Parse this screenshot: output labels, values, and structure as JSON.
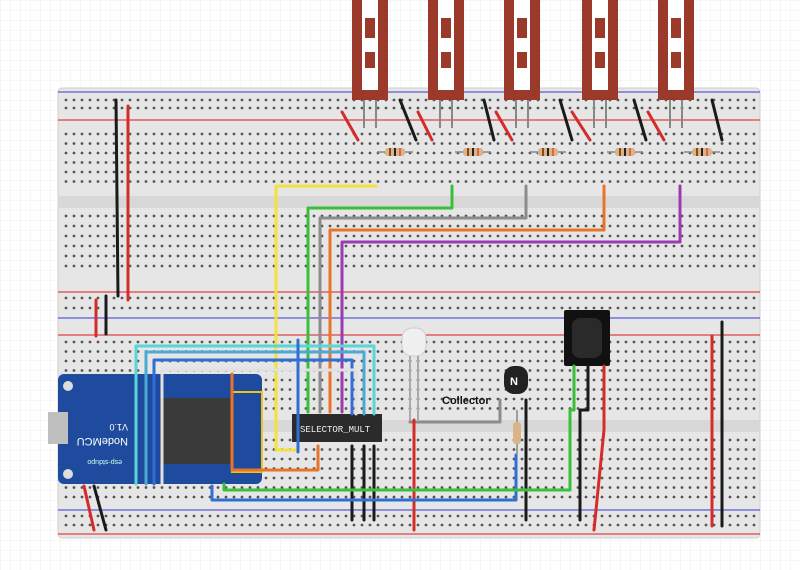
{
  "diagram": {
    "ic_label": "SELECTOR_MULT",
    "transistor_letter": "N",
    "collector_label": "Collector",
    "mcu_label_main": "NodeMCU",
    "mcu_label_ver": "V1.0",
    "mcu_label_small": "esp-stdupo",
    "colors": {
      "board": "#e8e8e8",
      "rail_red": "#d44",
      "rail_blue": "#33c",
      "hole": "#444",
      "hole_active": "#3a3",
      "mcu": "#1f4b9e",
      "wire_yellow": "#f2e33c",
      "wire_green": "#3bbf3b",
      "wire_gray": "#8c8c8c",
      "wire_orange": "#e8742a",
      "wire_purple": "#9b3bb3",
      "wire_cyan": "#5ad6d6",
      "wire_blue": "#2f6fd6",
      "wire_red": "#d62b2b",
      "wire_black": "#1a1a1a",
      "sensor": "#9b3a2a"
    }
  }
}
